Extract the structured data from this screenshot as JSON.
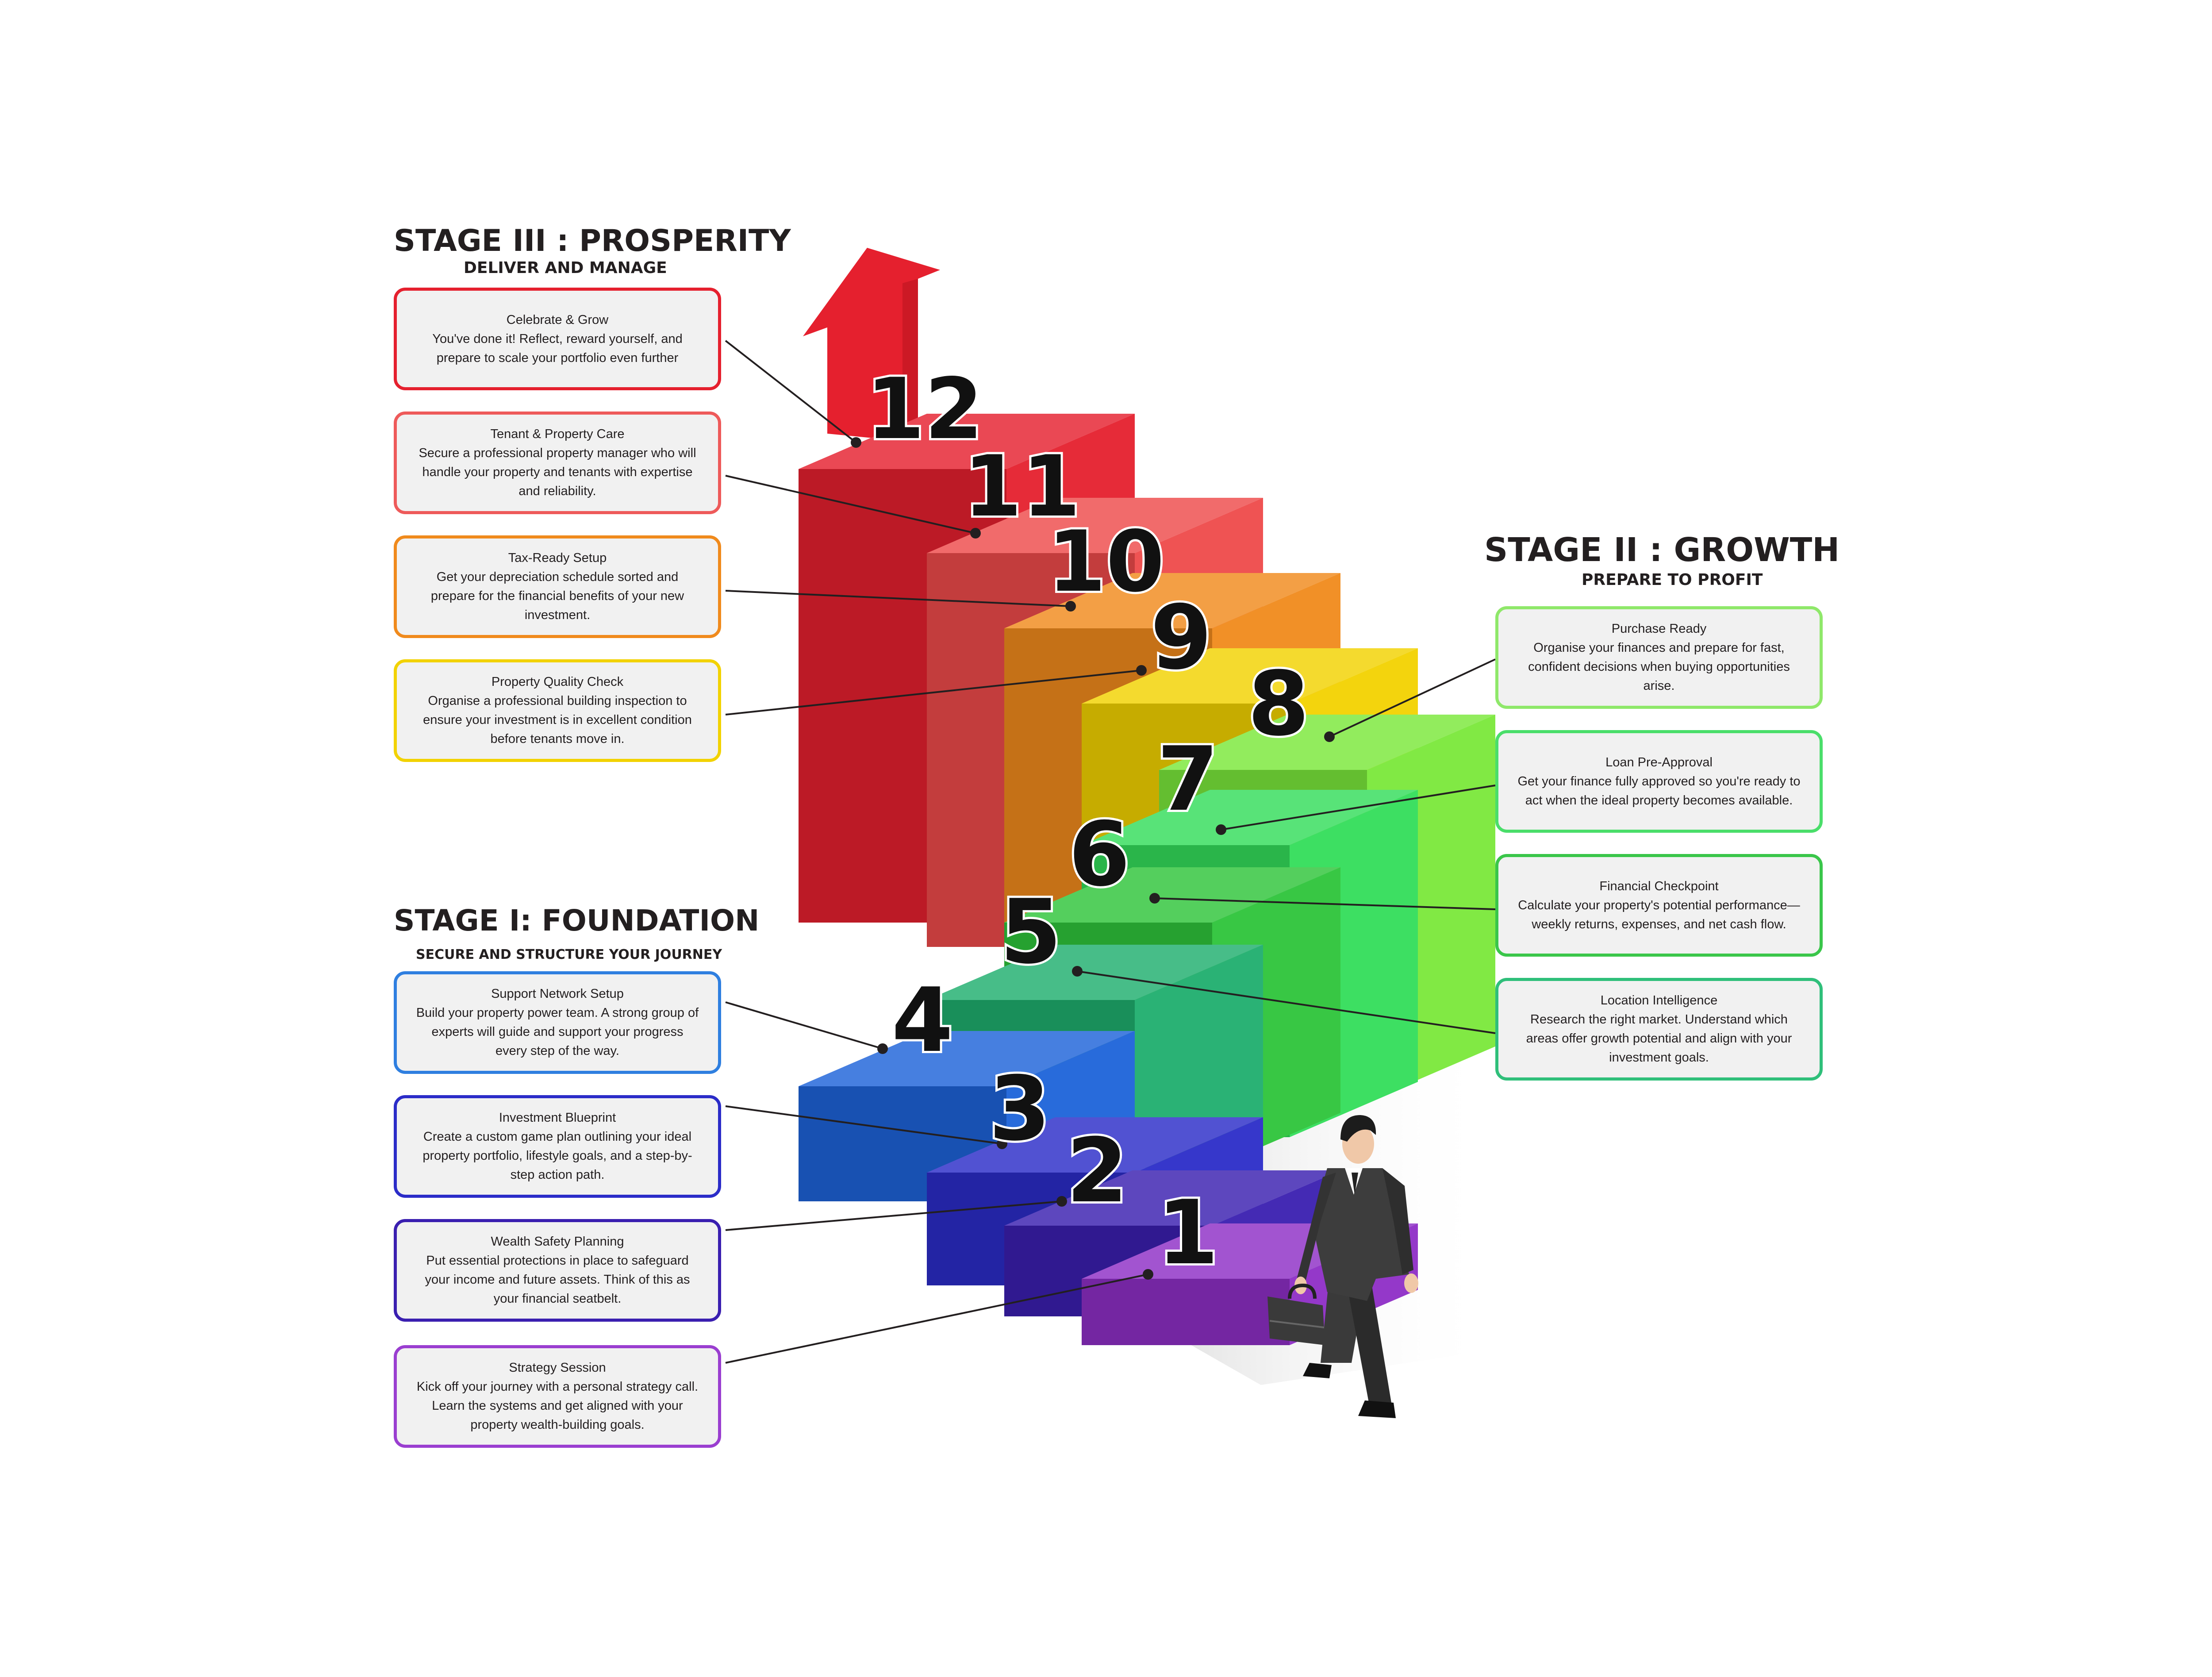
{
  "stages": {
    "prosperity": {
      "title": "STAGE III : PROSPERITY",
      "subtitle": "DELIVER AND MANAGE"
    },
    "growth": {
      "title": "STAGE II : GROWTH",
      "subtitle": "PREPARE TO PROFIT"
    },
    "foundation": {
      "title": "STAGE I: FOUNDATION",
      "subtitle": "SECURE AND STRUCTURE YOUR JOURNEY"
    }
  },
  "steps": [
    {
      "number": "1",
      "color": "#8e2ec6",
      "title": "Strategy Session",
      "text": "Kick off your journey with a personal strategy call. Learn the systems and get aligned with your property wealth-building goals."
    },
    {
      "number": "2",
      "color": "#3a1fb0",
      "title": "Wealth Safety Planning",
      "text": "Put essential protections in place to safeguard your income and future assets. Think of this as your financial seatbelt."
    },
    {
      "number": "3",
      "color": "#2b2cc8",
      "title": "Investment Blueprint",
      "text": "Create a custom game plan outlining your ideal property portfolio, lifestyle goals, and a step-by-step action path."
    },
    {
      "number": "4",
      "color": "#1d63d9",
      "title": "Support Network Setup",
      "text": "Build your property power team. A strong group of experts will guide and support your progress every step of the way."
    },
    {
      "number": "5",
      "color": "#1fae6e",
      "title": "Location Intelligence",
      "text": "Research the right market. Understand which areas offer growth potential and align with your investment goals."
    },
    {
      "number": "6",
      "color": "#2ec43a",
      "title": "Financial Checkpoint",
      "text": "Calculate your property's potential performance—weekly returns, expenses, and net cash flow."
    },
    {
      "number": "7",
      "color": "#33dd5a",
      "title": "Loan Pre-Approval",
      "text": "Get your finance fully approved so you're ready to act when the ideal property becomes available."
    },
    {
      "number": "8",
      "color": "#7ae83a",
      "title": "Purchase Ready",
      "text": "Organise your finances and prepare for fast, confident decisions when buying opportunities arise."
    },
    {
      "number": "9",
      "color": "#f2d200",
      "title": "Property Quality Check",
      "text": "Organise a professional building inspection to ensure your investment is in excellent condition before tenants move in."
    },
    {
      "number": "10",
      "color": "#f08a1c",
      "title": "Tax-Ready Setup",
      "text": "Get your depreciation schedule sorted and prepare for the financial benefits of your new investment."
    },
    {
      "number": "11",
      "color": "#ee4a4a",
      "title": "Tenant & Property Care",
      "text": "Secure a professional property manager who will handle your property and tenants with expertise and reliability."
    },
    {
      "number": "12",
      "color": "#e5202e",
      "title": "Celebrate & Grow",
      "text": "You've done it! Reflect, reward yourself, and prepare to scale your portfolio even further"
    }
  ],
  "colors": {
    "card_background": "#f1f1f1",
    "title_text": "#231f20",
    "arrow": "#e5202e",
    "leader_line": "#231f20"
  },
  "icons": {
    "arrow": "up-arrow-icon",
    "person": "businessman-walking-icon",
    "briefcase": "briefcase-icon"
  }
}
